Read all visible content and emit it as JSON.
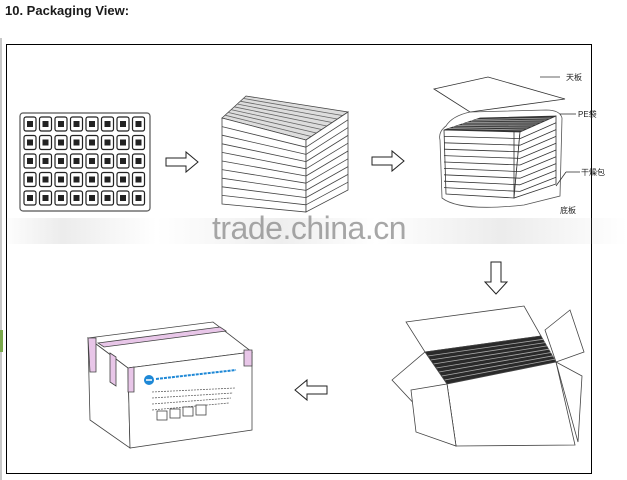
{
  "heading": "10. Packaging View:",
  "watermark": "trade.china.cn",
  "steps": [
    {
      "id": 1,
      "name": "tray-with-products"
    },
    {
      "id": 2,
      "name": "stacked-trays"
    },
    {
      "id": 3,
      "name": "trays-with-top-board-and-bag"
    },
    {
      "id": 4,
      "name": "open-carton-with-trays"
    },
    {
      "id": 5,
      "name": "sealed-carton"
    }
  ],
  "labels": {
    "top_board": "天板",
    "pe_bag": "PE袋",
    "desiccant": "干燥包",
    "bottom_board": "底板"
  },
  "carton": {
    "company": "深圳市XX精密塑胶有限公司",
    "lines": [
      "电话: 0755-2871XXXX  28718XX",
      "传真: 0755-2871XXXX  28718XX",
      "网址: www.xx.cn   www.xx.com",
      "地址: 深圳市宝安区XX工业园"
    ]
  },
  "colors": {
    "tape": "#e8c6e8",
    "logo": "#1e88d6",
    "line": "#333333"
  }
}
